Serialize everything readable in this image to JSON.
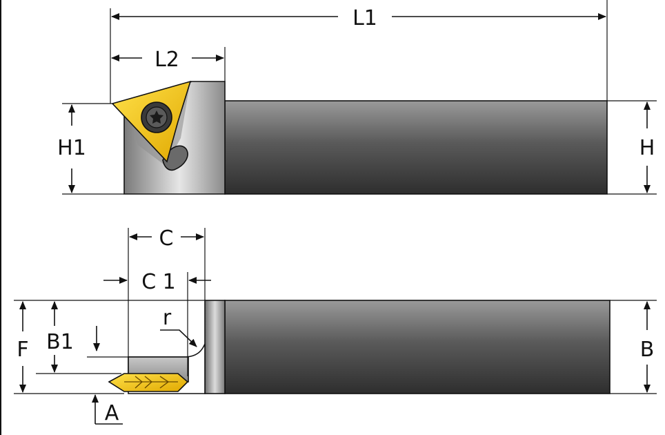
{
  "labels": {
    "L1": "L1",
    "L2": "L2",
    "H1": "H1",
    "H": "H",
    "C": "C",
    "C1": "C 1",
    "r": "r",
    "B1": "B1",
    "F": "F",
    "B": "B",
    "A": "A"
  },
  "colors": {
    "insert_yellow": "#f2c200",
    "shank_dark": "#3a3a3a",
    "shank_light": "#a8a8a8",
    "line": "#111111"
  }
}
